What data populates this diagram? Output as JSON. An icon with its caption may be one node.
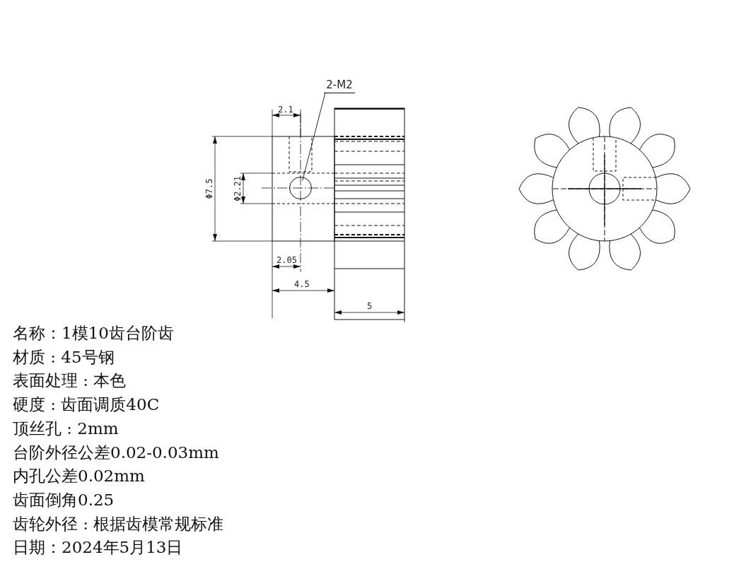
{
  "diagram": {
    "nodes": [
      {
        "text": [
          "2-M2"
        ]
      },
      {
        "text": [],
        "shape": "circle"
      }
    ],
    "edges": [
      {
        "from": 0,
        "to": 1,
        "arrow": "none"
      }
    ],
    "labels": [
      "2.1",
      "Φ7.5",
      "Φ2.21",
      "2.05",
      "4.5",
      "5",
      "名称：1模10齿台阶齿",
      "材质 : 45号钢",
      "表面处理 : 本色",
      "硬度 : 齿面调质40C",
      "顶丝孔 : 2mm",
      "台阶外径公差0.02-0.03mm",
      "内孔公差0.02mm",
      "齿面倒角0.25",
      "齿轮外径 : 根据齿模常规标准",
      "日期：2024年5月13日"
    ]
  }
}
